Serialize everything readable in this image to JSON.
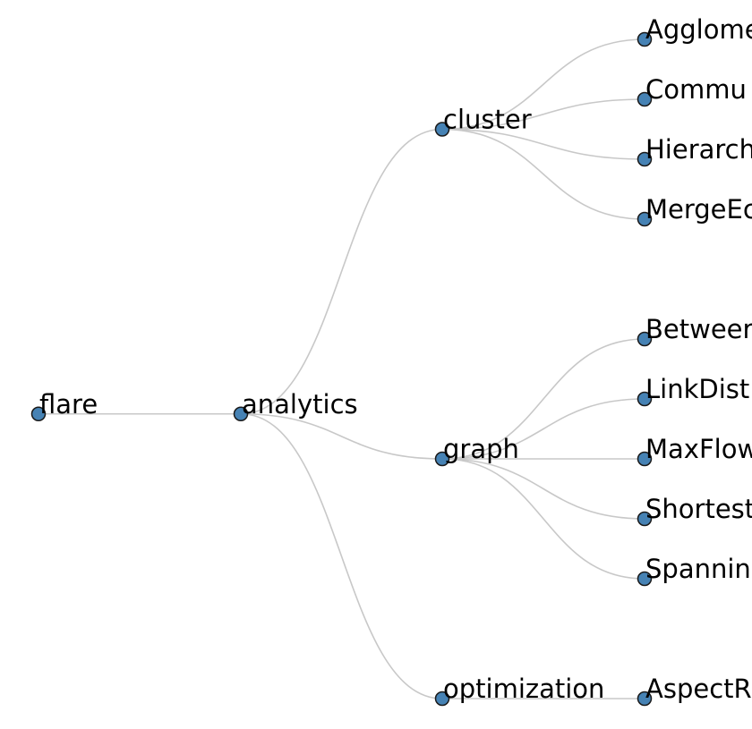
{
  "diagram": {
    "type": "tree",
    "colors": {
      "link": "#c8c8c8",
      "node_fill": "#4682b4",
      "node_stroke": "#1a1a1a",
      "label": "#000000"
    },
    "root": {
      "name": "flare",
      "children": [
        {
          "name": "analytics",
          "children": [
            {
              "name": "cluster",
              "children": [
                {
                  "name": "Agglome"
                },
                {
                  "name": "Commu"
                },
                {
                  "name": "Hierarch"
                },
                {
                  "name": "MergeEc"
                }
              ]
            },
            {
              "name": "graph",
              "children": [
                {
                  "name": "Betweer"
                },
                {
                  "name": "LinkDist"
                },
                {
                  "name": "MaxFlow"
                },
                {
                  "name": "Shortest"
                },
                {
                  "name": "Spannin"
                }
              ]
            },
            {
              "name": "optimization",
              "children": [
                {
                  "name": "AspectR"
                }
              ]
            }
          ]
        }
      ]
    }
  }
}
